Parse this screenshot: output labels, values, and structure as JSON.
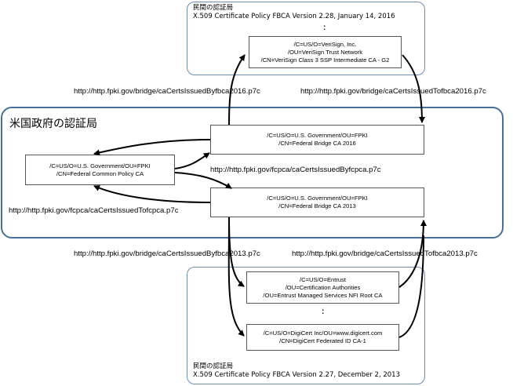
{
  "top_group": {
    "label_ja": "民間の認証局",
    "label_policy": "X.509 Certificate Policy FBCA Version 2.28, January 14, 2016",
    "ellipsis": ":",
    "cert_lines": [
      "/C=US/O=VeriSign, Inc.",
      "/OU=VeriSign Trust Network",
      "/CN=VeriSign Class 3 SSP Intermediate CA - G2"
    ]
  },
  "gov_group": {
    "title": "米国政府の認証局",
    "common_policy": [
      "/C=US/O=U.S. Government/OU=FPKI",
      "/CN=Federal Common Policy CA"
    ],
    "bridge_2016": [
      "/C=US/O=U.S. Government/OU=FPKI",
      "/CN=Federal Bridge CA 2016"
    ],
    "bridge_2013": [
      "/C=US/O=U.S. Government/OU=FPKI",
      "/CN=Federal Bridge CA 2013"
    ]
  },
  "bottom_group": {
    "label_ja": "民間の認証局",
    "label_policy": "X.509 Certificate Policy FBCA Version 2.27, December 2, 2013",
    "ellipsis": ":",
    "entrust_lines": [
      "/C=US/O=Entrust",
      "/OU=Certification Authorities",
      "/OU=Entrust Managed Services NFI Root CA"
    ],
    "digicert_lines": [
      "/C=US/O=DigiCert Inc/OU=www.digicert.com",
      "/CN=DigiCert Federated ID CA-1"
    ]
  },
  "urls": {
    "issued_by_fbca2016": "http://http.fpki.gov/bridge/caCertsIssuedByfbca2016.p7c",
    "issued_to_fbca2016": "http://http.fpki.gov/bridge/caCertsIssuedTofbca2016.p7c",
    "issued_by_fcpca": "http://http.fpki.gov/fcpca/caCertsIssuedByfcpca.p7c",
    "issued_to_fcpca": "http://http.fpki.gov/fcpca/caCertsIssuedTofcpca.p7c",
    "issued_by_fbca2013": "http://http.fpki.gov/bridge/caCertsIssuedByfbca2013.p7c",
    "issued_to_fbca2013": "http://http.fpki.gov/bridge/caCertsIssuedTofbca2013.p7c"
  }
}
